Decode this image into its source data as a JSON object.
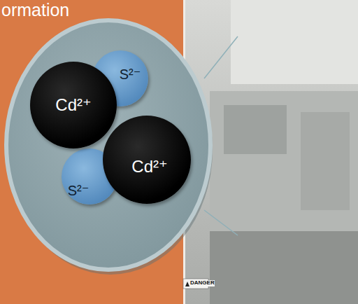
{
  "diagram": {
    "nodes": [
      {
        "text": [
          "Cd²⁺"
        ]
      },
      {
        "text": [
          "S²⁻"
        ]
      },
      {
        "text": [
          "S²⁻"
        ]
      },
      {
        "text": [
          "Cd²⁺"
        ]
      }
    ],
    "labels": [
      "ormation",
      "DANGER"
    ]
  }
}
